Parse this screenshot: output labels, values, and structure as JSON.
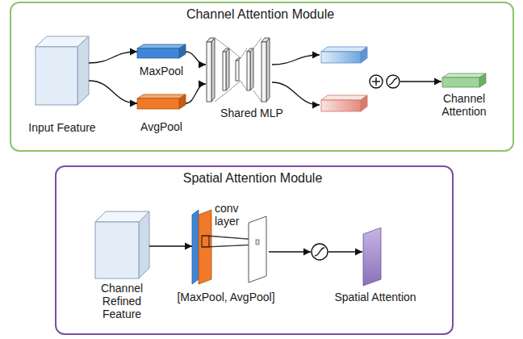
{
  "diagram": {
    "nodes": [
      {
        "text": [
          "Channel Attention Module"
        ]
      },
      {
        "text": [
          "Input Feature"
        ],
        "in": 0
      },
      {
        "text": [
          "MaxPool"
        ],
        "in": 0
      },
      {
        "text": [
          "AvgPool"
        ],
        "in": 0
      },
      {
        "text": [
          "Shared MLP"
        ],
        "in": 0
      },
      {
        "text": [
          "Channel Attention"
        ],
        "in": 0
      },
      {
        "text": [
          "Spatial Attention Module"
        ]
      },
      {
        "text": [
          "Channel Refined Feature"
        ],
        "in": 6
      },
      {
        "text": [
          "[MaxPool, AvgPool]"
        ],
        "in": 6
      },
      {
        "text": [
          "Spatial Attention"
        ],
        "in": 6
      }
    ],
    "edges": [
      {
        "from": 1,
        "to": 2,
        "arrow": "to"
      },
      {
        "from": 1,
        "to": 3,
        "arrow": "to"
      },
      {
        "from": 2,
        "to": 4,
        "arrow": "to"
      },
      {
        "from": 3,
        "to": 4,
        "arrow": "to"
      },
      {
        "from": 7,
        "to": 8,
        "arrow": "to"
      }
    ],
    "labels": [
      "conv layer"
    ]
  }
}
